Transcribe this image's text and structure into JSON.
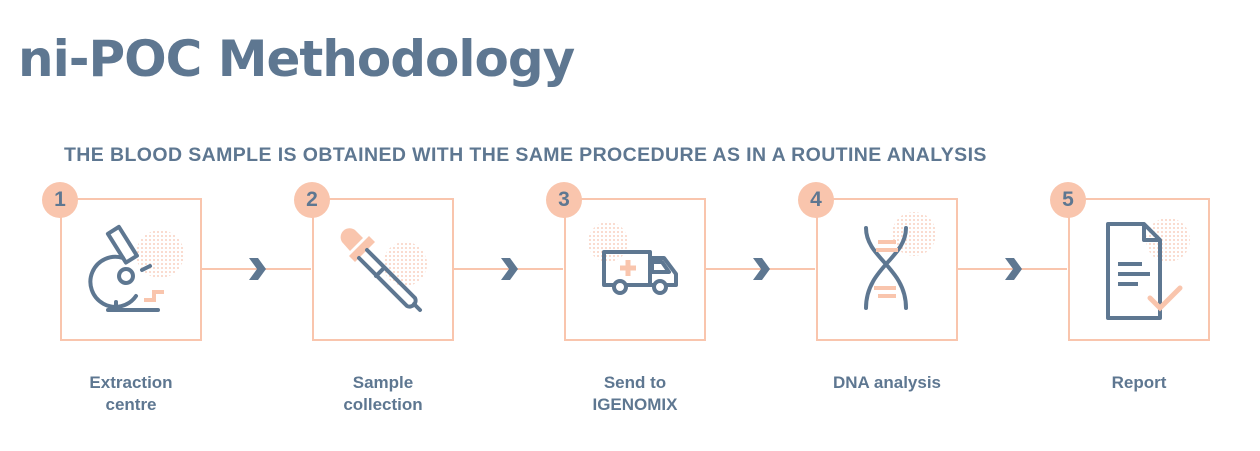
{
  "title": "ni-POC Methodology",
  "subtitle": "THE BLOOD SAMPLE IS OBTAINED WITH THE SAME PROCEDURE AS IN A ROUTINE ANALYSIS",
  "colors": {
    "slate": "#5e7791",
    "peach": "#f9c5ad",
    "peach_dots": "#f4b49a"
  },
  "steps": [
    {
      "number": "1",
      "label": "Extraction\ncentre",
      "icon": "microscope-icon"
    },
    {
      "number": "2",
      "label": "Sample\ncollection",
      "icon": "dropper-icon"
    },
    {
      "number": "3",
      "label": "Send to\nIGENOMIX",
      "icon": "ambulance-icon"
    },
    {
      "number": "4",
      "label": "DNA analysis",
      "icon": "dna-icon"
    },
    {
      "number": "5",
      "label": "Report",
      "icon": "report-icon"
    }
  ]
}
